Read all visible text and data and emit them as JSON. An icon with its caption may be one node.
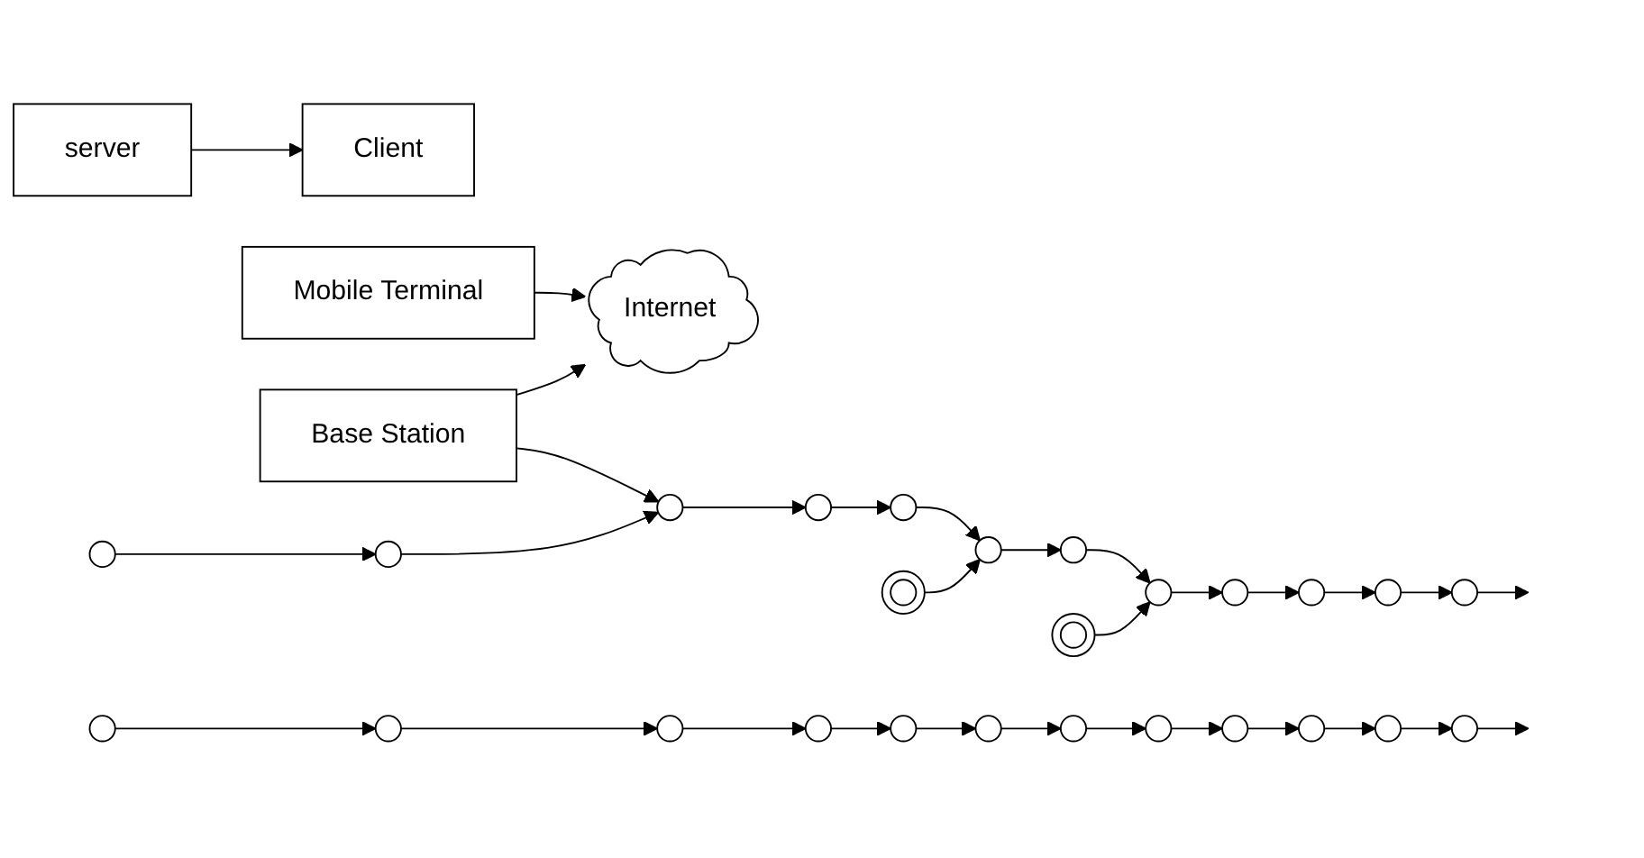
{
  "diagram": {
    "nodes": [
      {
        "text": [
          "server"
        ]
      },
      {
        "text": [
          "Client"
        ]
      },
      {
        "text": [
          "Internet"
        ]
      },
      {
        "text": [
          "Base Station"
        ]
      },
      {
        "text": [
          "Mobile Terminal"
        ]
      },
      {
        "text": [],
        "shape": "circle"
      },
      {
        "text": [],
        "shape": "circle"
      },
      {
        "text": [],
        "shape": "circle"
      },
      {
        "text": [],
        "shape": "circle"
      },
      {
        "text": [],
        "shape": "circle"
      },
      {
        "text": [],
        "shape": "circle"
      },
      {
        "text": [],
        "shape": "circle"
      },
      {
        "text": [],
        "shape": "circle"
      },
      {
        "text": [],
        "shape": "circle"
      },
      {
        "text": [],
        "shape": "circle"
      },
      {
        "text": [],
        "shape": "circle"
      },
      {
        "text": [],
        "shape": "circle"
      },
      {
        "text": [],
        "shape": "double-circle"
      },
      {
        "text": [],
        "shape": "double-circle"
      },
      {
        "text": [],
        "shape": "circle"
      },
      {
        "text": [],
        "shape": "circle"
      },
      {
        "text": [],
        "shape": "circle"
      },
      {
        "text": [],
        "shape": "circle"
      },
      {
        "text": [],
        "shape": "circle"
      },
      {
        "text": [],
        "shape": "circle"
      },
      {
        "text": [],
        "shape": "circle"
      },
      {
        "text": [],
        "shape": "circle"
      },
      {
        "text": [],
        "shape": "circle"
      },
      {
        "text": [],
        "shape": "circle"
      },
      {
        "text": [],
        "shape": "circle"
      },
      {
        "text": [],
        "shape": "circle"
      }
    ],
    "edges": [
      {
        "from": 0,
        "to": 1,
        "arrow": "to"
      },
      {
        "from": 3,
        "to": 2,
        "arrow": "to"
      },
      {
        "from": 4,
        "to": 2,
        "arrow": "to"
      },
      {
        "from": 3,
        "to": 7,
        "arrow": "to"
      },
      {
        "from": 5,
        "to": 6,
        "arrow": "to"
      },
      {
        "from": 6,
        "to": 7,
        "arrow": "to"
      },
      {
        "from": 7,
        "to": 8,
        "arrow": "to"
      },
      {
        "from": 8,
        "to": 9,
        "arrow": "to"
      },
      {
        "from": 9,
        "to": 10,
        "arrow": "to"
      },
      {
        "from": 10,
        "to": 11,
        "arrow": "to"
      },
      {
        "from": 11,
        "to": 12,
        "arrow": "to"
      },
      {
        "from": 12,
        "to": 13,
        "arrow": "to"
      },
      {
        "from": 13,
        "to": 14,
        "arrow": "to"
      },
      {
        "from": 14,
        "to": 15,
        "arrow": "to"
      },
      {
        "from": 15,
        "to": 16,
        "arrow": "to"
      },
      {
        "from": 16,
        "to": null,
        "arrow": "to"
      },
      {
        "from": 17,
        "to": 10,
        "arrow": "to"
      },
      {
        "from": 18,
        "to": 12,
        "arrow": "to"
      },
      {
        "from": 19,
        "to": 20,
        "arrow": "to"
      },
      {
        "from": 20,
        "to": 21,
        "arrow": "to"
      },
      {
        "from": 21,
        "to": 22,
        "arrow": "to"
      },
      {
        "from": 22,
        "to": 23,
        "arrow": "to"
      },
      {
        "from": 23,
        "to": 24,
        "arrow": "to"
      },
      {
        "from": 24,
        "to": 25,
        "arrow": "to"
      },
      {
        "from": 25,
        "to": 26,
        "arrow": "to"
      },
      {
        "from": 26,
        "to": 27,
        "arrow": "to"
      },
      {
        "from": 27,
        "to": 28,
        "arrow": "to"
      },
      {
        "from": 28,
        "to": 29,
        "arrow": "to"
      },
      {
        "from": 29,
        "to": 30,
        "arrow": "to"
      },
      {
        "from": 30,
        "to": null,
        "arrow": "to"
      }
    ]
  }
}
